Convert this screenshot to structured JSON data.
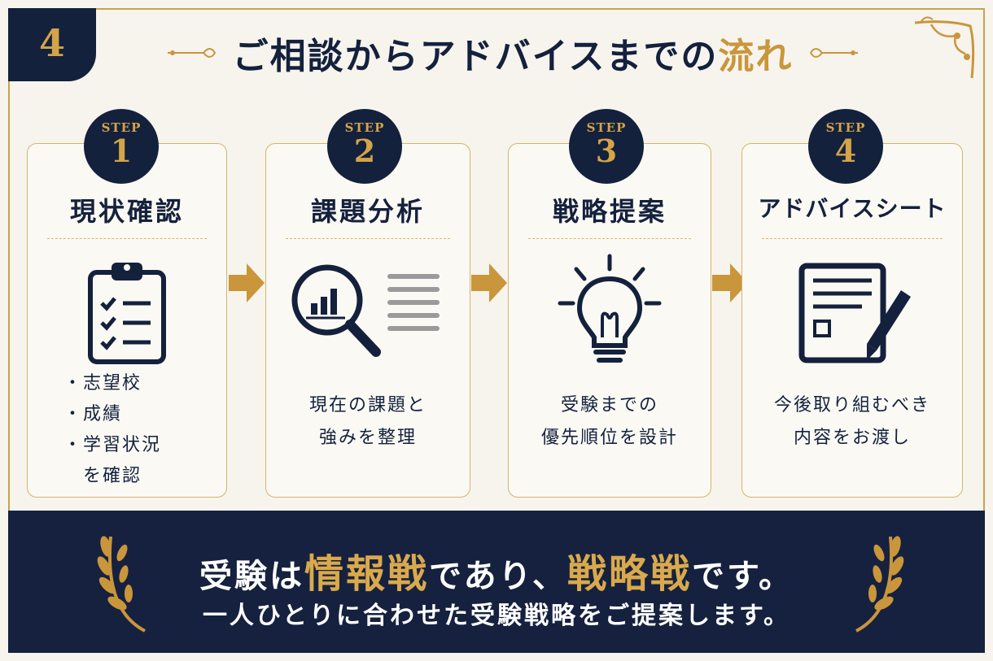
{
  "badge_number": "4",
  "title": {
    "main": "ご相談からアドバイスまでの",
    "accent": "流れ"
  },
  "steps": [
    {
      "label": "STEP",
      "number": "1",
      "title": "現状確認",
      "bullets": [
        "志望校",
        "成績",
        "学習状況"
      ],
      "bullet_tail": "を確認",
      "icon": "clipboard-checklist-icon"
    },
    {
      "label": "STEP",
      "number": "2",
      "title": "課題分析",
      "desc_lines": [
        "現在の課題と",
        "強みを整理"
      ],
      "icon": "magnifier-chart-icon"
    },
    {
      "label": "STEP",
      "number": "3",
      "title": "戦略提案",
      "desc_lines": [
        "受験までの",
        "優先順位を設計"
      ],
      "icon": "lightbulb-icon"
    },
    {
      "label": "STEP",
      "number": "4",
      "title": "アドバイスシート",
      "desc_lines": [
        "今後取り組むべき",
        "内容をお渡し"
      ],
      "icon": "document-pen-icon"
    }
  ],
  "banner": {
    "line1_part1": "受験は",
    "line1_gold1": "情報戦",
    "line1_part2": "であり、",
    "line1_gold2": "戦略戦",
    "line1_part3": "です。",
    "line2": "一人ひとりに合わせた受験戦略をご提案します。"
  },
  "colors": {
    "navy": "#14213d",
    "gold": "#c9963b",
    "background": "#f7f4ee"
  }
}
